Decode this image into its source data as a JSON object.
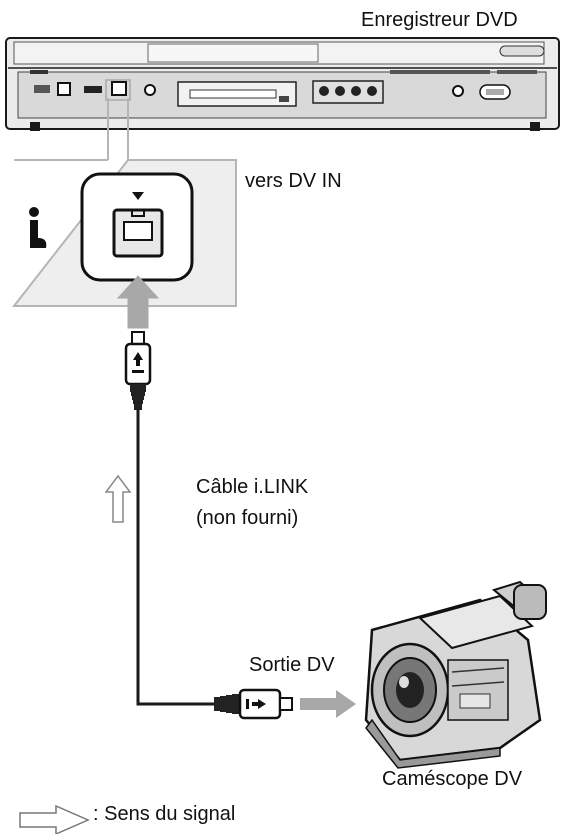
{
  "recorder": {
    "label": "Enregistreur DVD"
  },
  "port": {
    "label": "vers DV IN",
    "logo_text": "i."
  },
  "cable": {
    "line1": "Câble i.LINK",
    "line2": "(non fourni)"
  },
  "camcorder": {
    "output_label": "Sortie DV",
    "label": "Caméscope DV"
  },
  "legend": {
    "text": ": Sens du signal"
  },
  "colors": {
    "line": "#1a1a1a",
    "panel_fill": "#eeeeee",
    "panel_border": "#b5b5b5",
    "arrow_fill": "#a8a8a8",
    "port_box": "#111111",
    "recorder_body": "#e6e6e6"
  }
}
